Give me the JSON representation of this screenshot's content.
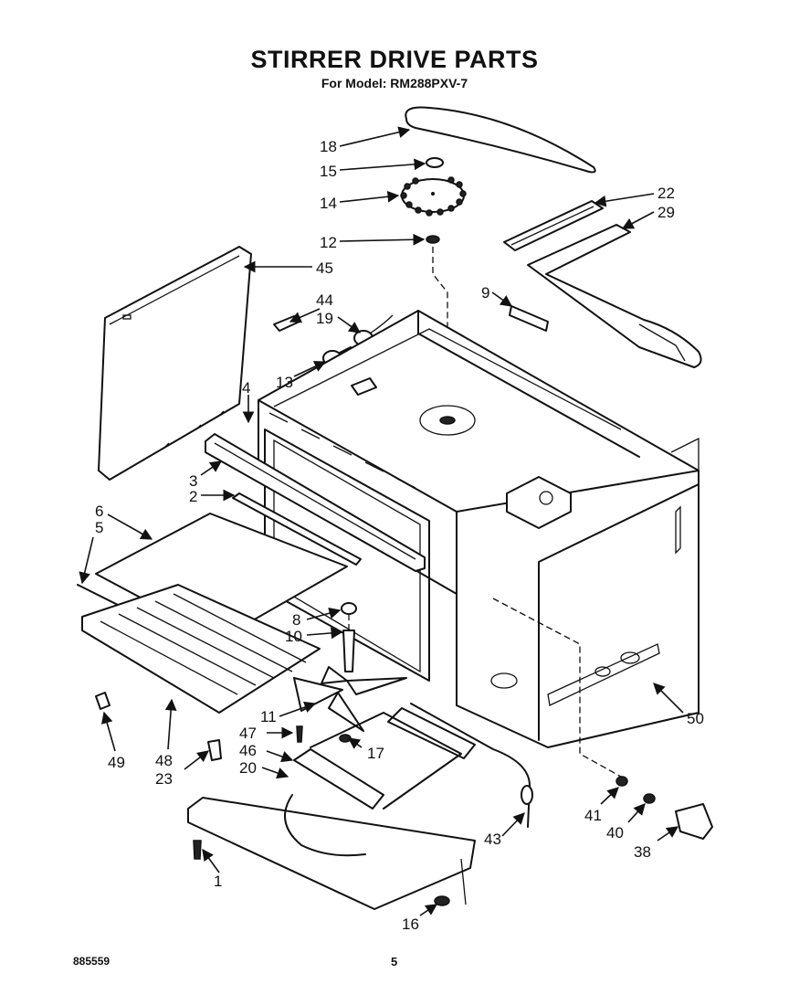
{
  "title": "STIRRER DRIVE PARTS",
  "subtitle": "For Model: RM288PXV-7",
  "footer": {
    "code": "885559",
    "page": "5"
  },
  "callouts": [
    "18",
    "15",
    "14",
    "12",
    "22",
    "29",
    "45",
    "9",
    "44",
    "19",
    "13",
    "4",
    "3",
    "2",
    "6",
    "5",
    "8",
    "10",
    "11",
    "47",
    "46",
    "20",
    "17",
    "49",
    "48",
    "23",
    "1",
    "16",
    "43",
    "41",
    "40",
    "38",
    "50"
  ]
}
